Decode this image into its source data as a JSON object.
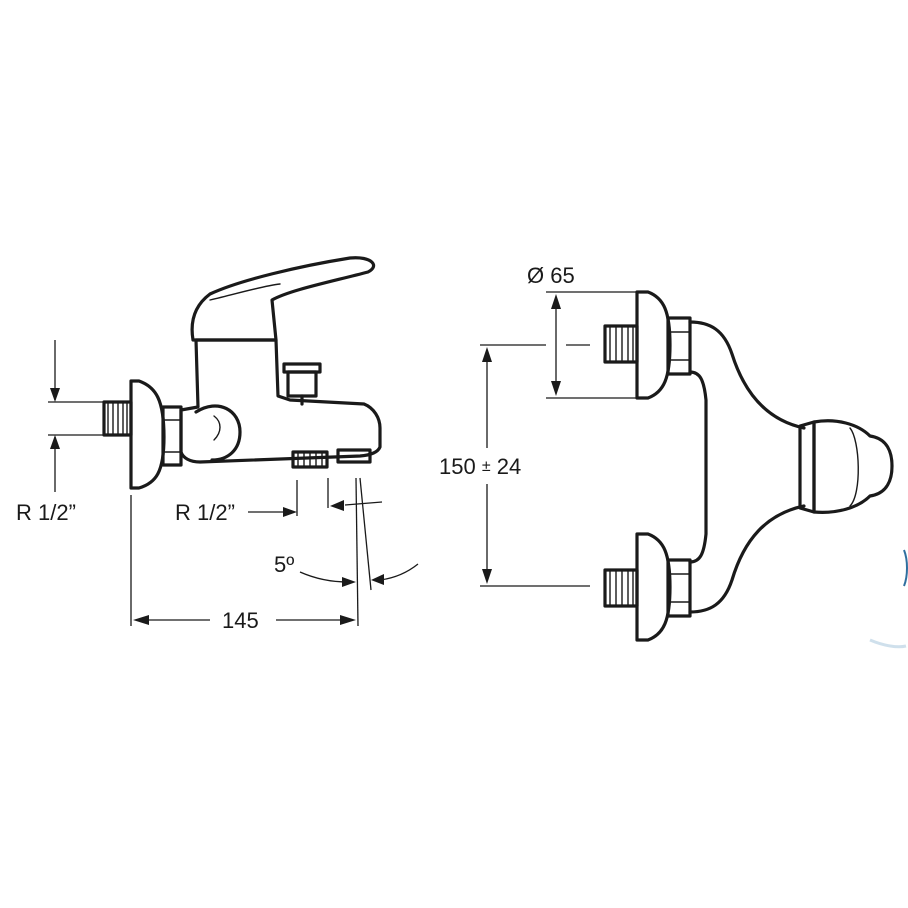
{
  "labels": {
    "left_inlet_thread": "R 1/2”",
    "outlet_thread": "R 1/2”",
    "angle": "5º",
    "depth": "145",
    "diameter": "Ø 65",
    "centers": "150",
    "centers_tolerance_symbol": "±",
    "centers_tolerance": "24"
  },
  "colors": {
    "line": "#1a1a1a",
    "background": "#ffffff",
    "edge_accent": "#2f6f9f"
  }
}
